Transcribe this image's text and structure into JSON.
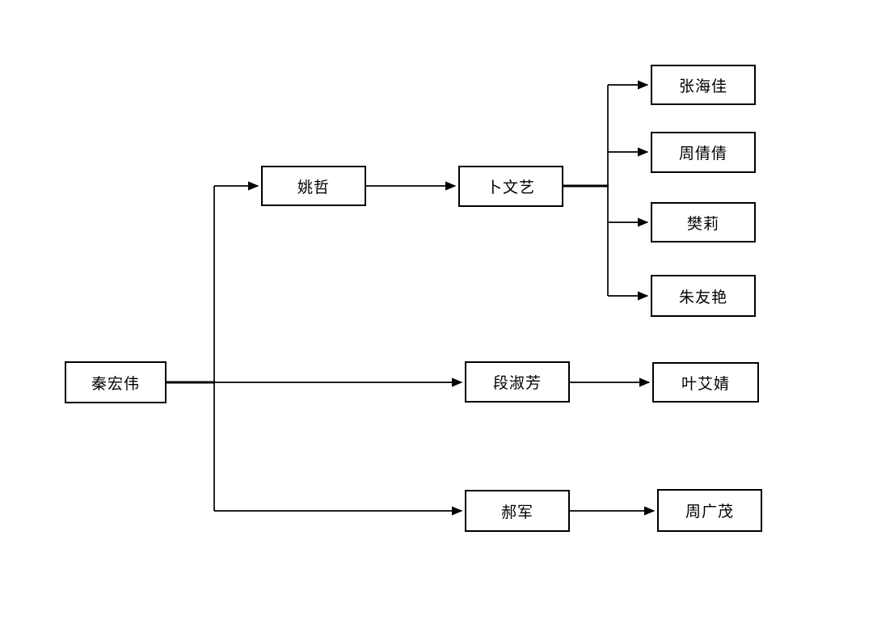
{
  "diagram": {
    "type": "tree",
    "title": "",
    "nodes": [
      {
        "id": "qinhongwei",
        "label": "秦宏伟"
      },
      {
        "id": "yaozhe",
        "label": "姚哲"
      },
      {
        "id": "buwenyi",
        "label": "卜文艺"
      },
      {
        "id": "zhanghaijia",
        "label": "张海佳"
      },
      {
        "id": "zhouqianqian",
        "label": "周倩倩"
      },
      {
        "id": "fanli",
        "label": "樊莉"
      },
      {
        "id": "zhuyouyan",
        "label": "朱友艳"
      },
      {
        "id": "duanshufang",
        "label": "段淑芳"
      },
      {
        "id": "yeaijing",
        "label": "叶艾婧"
      },
      {
        "id": "haojun",
        "label": "郝军"
      },
      {
        "id": "zhouguangmao",
        "label": "周广茂"
      }
    ],
    "edges": [
      {
        "from": "秦宏伟",
        "to": "姚哲"
      },
      {
        "from": "秦宏伟",
        "to": "段淑芳"
      },
      {
        "from": "秦宏伟",
        "to": "郝军"
      },
      {
        "from": "姚哲",
        "to": "卜文艺"
      },
      {
        "from": "卜文艺",
        "to": "张海佳"
      },
      {
        "from": "卜文艺",
        "to": "周倩倩"
      },
      {
        "from": "卜文艺",
        "to": "樊莉"
      },
      {
        "from": "卜文艺",
        "to": "朱友艳"
      },
      {
        "from": "段淑芳",
        "to": "叶艾婧"
      },
      {
        "from": "郝军",
        "to": "周广茂"
      }
    ],
    "colors": {
      "node_border": "#000000",
      "node_fill": "#ffffff",
      "line": "#000000",
      "text": "#000000",
      "background": "#ffffff"
    }
  }
}
